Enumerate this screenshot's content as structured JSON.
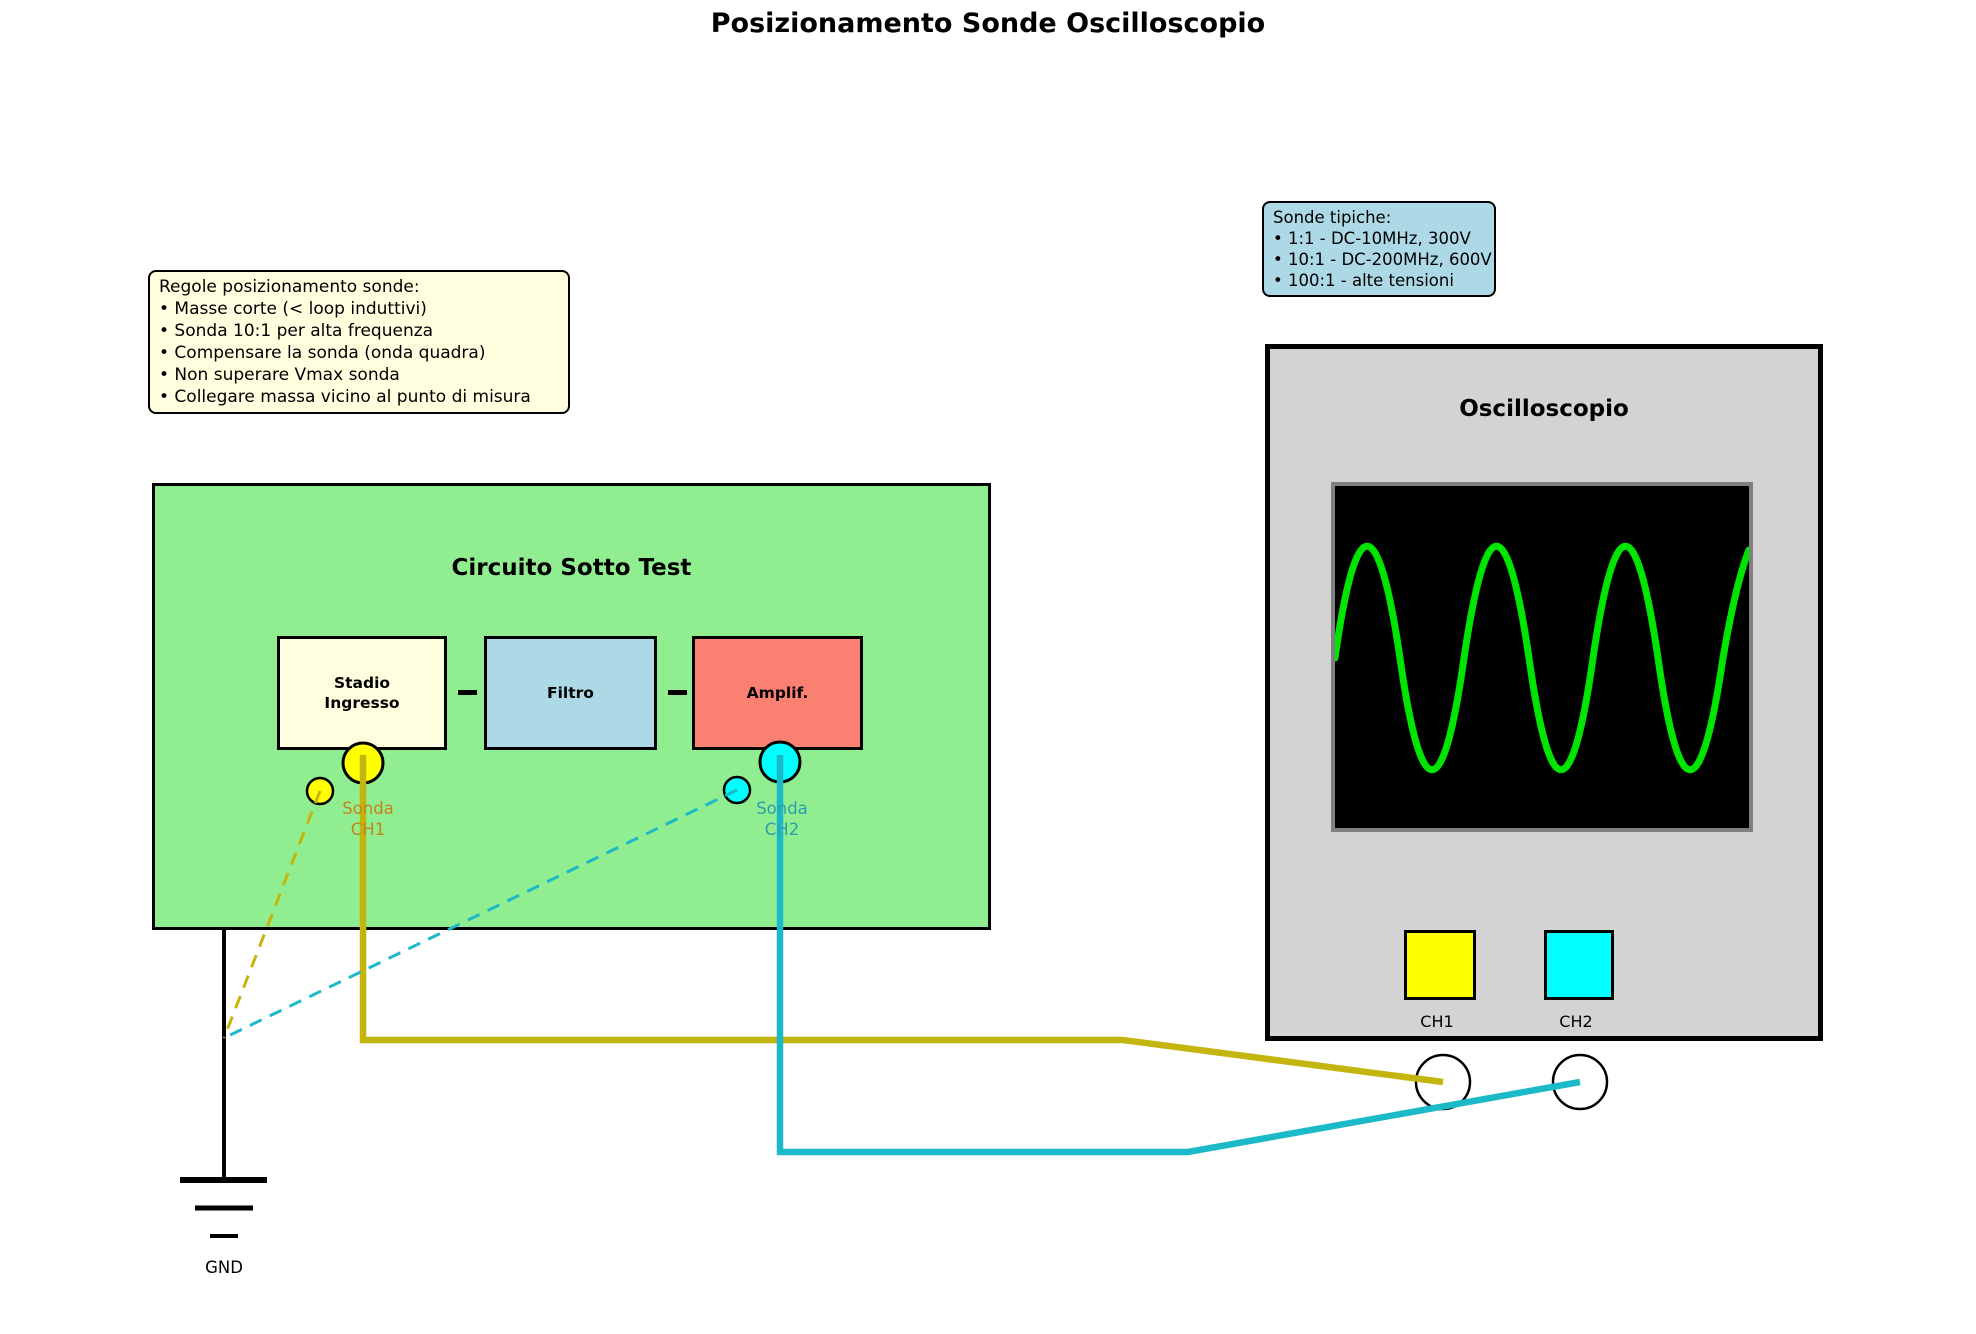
{
  "page_title": "Posizionamento Sonde Oscilloscopio",
  "rules_note": {
    "title": "Regole posizionamento sonde:",
    "items": [
      "• Masse corte (< loop induttivi)",
      "• Sonda 10:1 per alta frequenza",
      "• Compensare la sonda (onda quadra)",
      "• Non superare Vmax sonda",
      "• Collegare massa vicino al punto di misura"
    ]
  },
  "probes_note": {
    "title": "Sonde tipiche:",
    "items": [
      "• 1:1 - DC-10MHz, 300V",
      "• 10:1 - DC-200MHz, 600V",
      "• 100:1 - alte tensioni"
    ]
  },
  "circuit": {
    "title": "Circuito Sotto Test",
    "blocks": [
      {
        "line1": "Stadio",
        "line2": "Ingresso"
      },
      {
        "line1": "Filtro",
        "line2": ""
      },
      {
        "line1": "Amplif.",
        "line2": ""
      }
    ]
  },
  "probe_ch1": {
    "line1": "Sonda",
    "line2": "CH1"
  },
  "probe_ch2": {
    "line1": "Sonda",
    "line2": "CH2"
  },
  "ground": {
    "label": "GND"
  },
  "oscilloscope": {
    "title": "Oscilloscopio",
    "ch1_label": "CH1",
    "ch2_label": "CH2",
    "waveform": "green sine trace, ~3.25 cycles on black screen"
  },
  "colors": {
    "circuit_fill": "#90EE90",
    "stage_fill": "#FFFFE0",
    "filter_fill": "#ADD8E6",
    "amp_fill": "#FA8072",
    "rules_note_fill": "#FFFFE0",
    "probes_note_fill": "#ADD8E6",
    "scope_fill": "#D3D3D3",
    "screen_fill": "#000000",
    "trace_green": "#00E500",
    "ch1_yellow": "#FFFF00",
    "ch2_cyan": "#00FFFF",
    "cable_ch1": "#C3B50E",
    "cable_ch2": "#1CB9C9",
    "label_ch1": "#C4831C",
    "label_ch2": "#2C9FAE"
  }
}
